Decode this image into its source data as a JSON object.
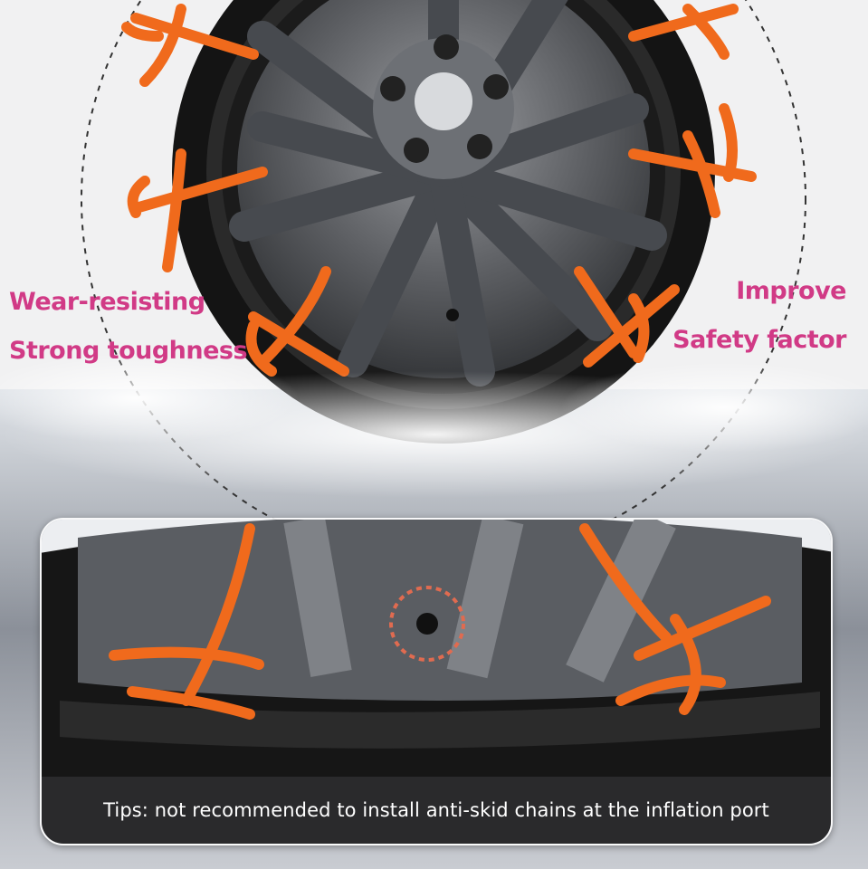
{
  "labels": {
    "left_top": "Wear-resisting",
    "left_bottom": "Strong toughness",
    "right_top": "Improve",
    "right_bottom": "Safety factor"
  },
  "inset": {
    "tip": "Tips: not recommended to install anti-skid chains at the inflation port"
  },
  "colors": {
    "label_pink": "#d13a86",
    "strap_orange": "#f06a1c",
    "tip_bar": "#2a2a2c"
  }
}
